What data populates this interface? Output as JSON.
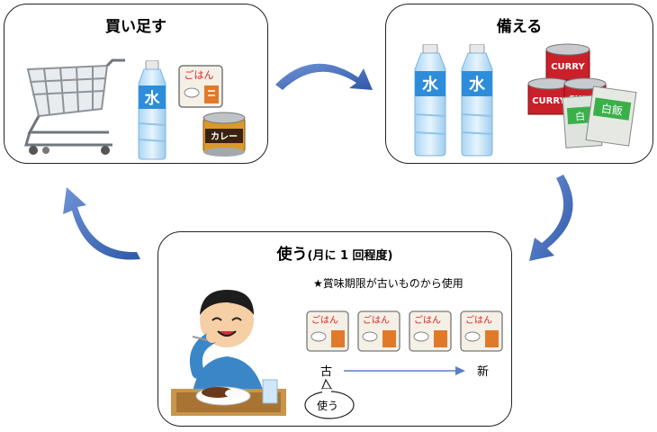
{
  "steps": {
    "buy": {
      "title": "買い足す"
    },
    "stock": {
      "title": "備える"
    },
    "use": {
      "title_main": "使う",
      "title_sub": "(月に 1 回程度)"
    }
  },
  "labels": {
    "water": "水",
    "gohan": "ごはん",
    "curry_can": "カレー",
    "curry_en": "CURRY",
    "hakuhan": "白飯",
    "haku": "白"
  },
  "note": "★賞味期限が古いものから使用",
  "order": {
    "old": "古",
    "new": "新"
  },
  "bubble": "使う",
  "colors": {
    "arrow": "#3b66b8",
    "water": "#2e8ddb",
    "can_red": "#c9202a",
    "gohan_orange": "#e07a2a"
  }
}
